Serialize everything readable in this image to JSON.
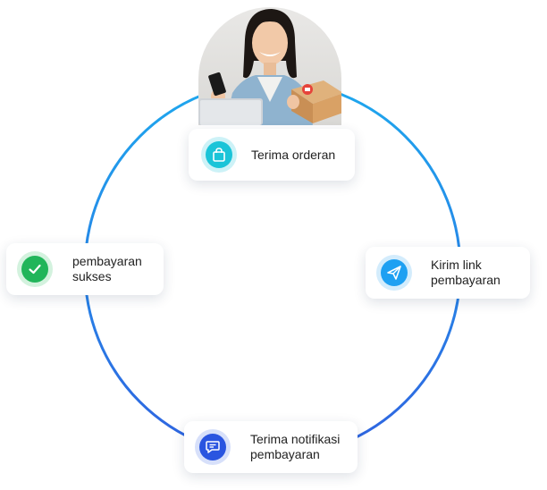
{
  "steps": [
    {
      "id": "terima-orderan",
      "lines": [
        "Terima orderan"
      ],
      "icon": "shopping-bag-icon",
      "color": "#1bc4d8",
      "ring": "#cdf2f7"
    },
    {
      "id": "kirim-link",
      "lines": [
        "Kirim link",
        "pembayaran"
      ],
      "icon": "paper-plane-icon",
      "color": "#1ea0f2",
      "ring": "#d3ecfc"
    },
    {
      "id": "terima-notifikasi",
      "lines": [
        "Terima notifikasi",
        "pembayaran"
      ],
      "icon": "chat-bubble-icon",
      "color": "#2a55e0",
      "ring": "#d7e0fa"
    },
    {
      "id": "pembayaran-sukses",
      "lines": [
        "pembayaran",
        "sukses"
      ],
      "icon": "checkmark-icon",
      "color": "#21b55a",
      "ring": "#d3f2de"
    }
  ],
  "colors": {
    "ring_start": "#1ea8ee",
    "ring_end": "#2f63e0"
  }
}
